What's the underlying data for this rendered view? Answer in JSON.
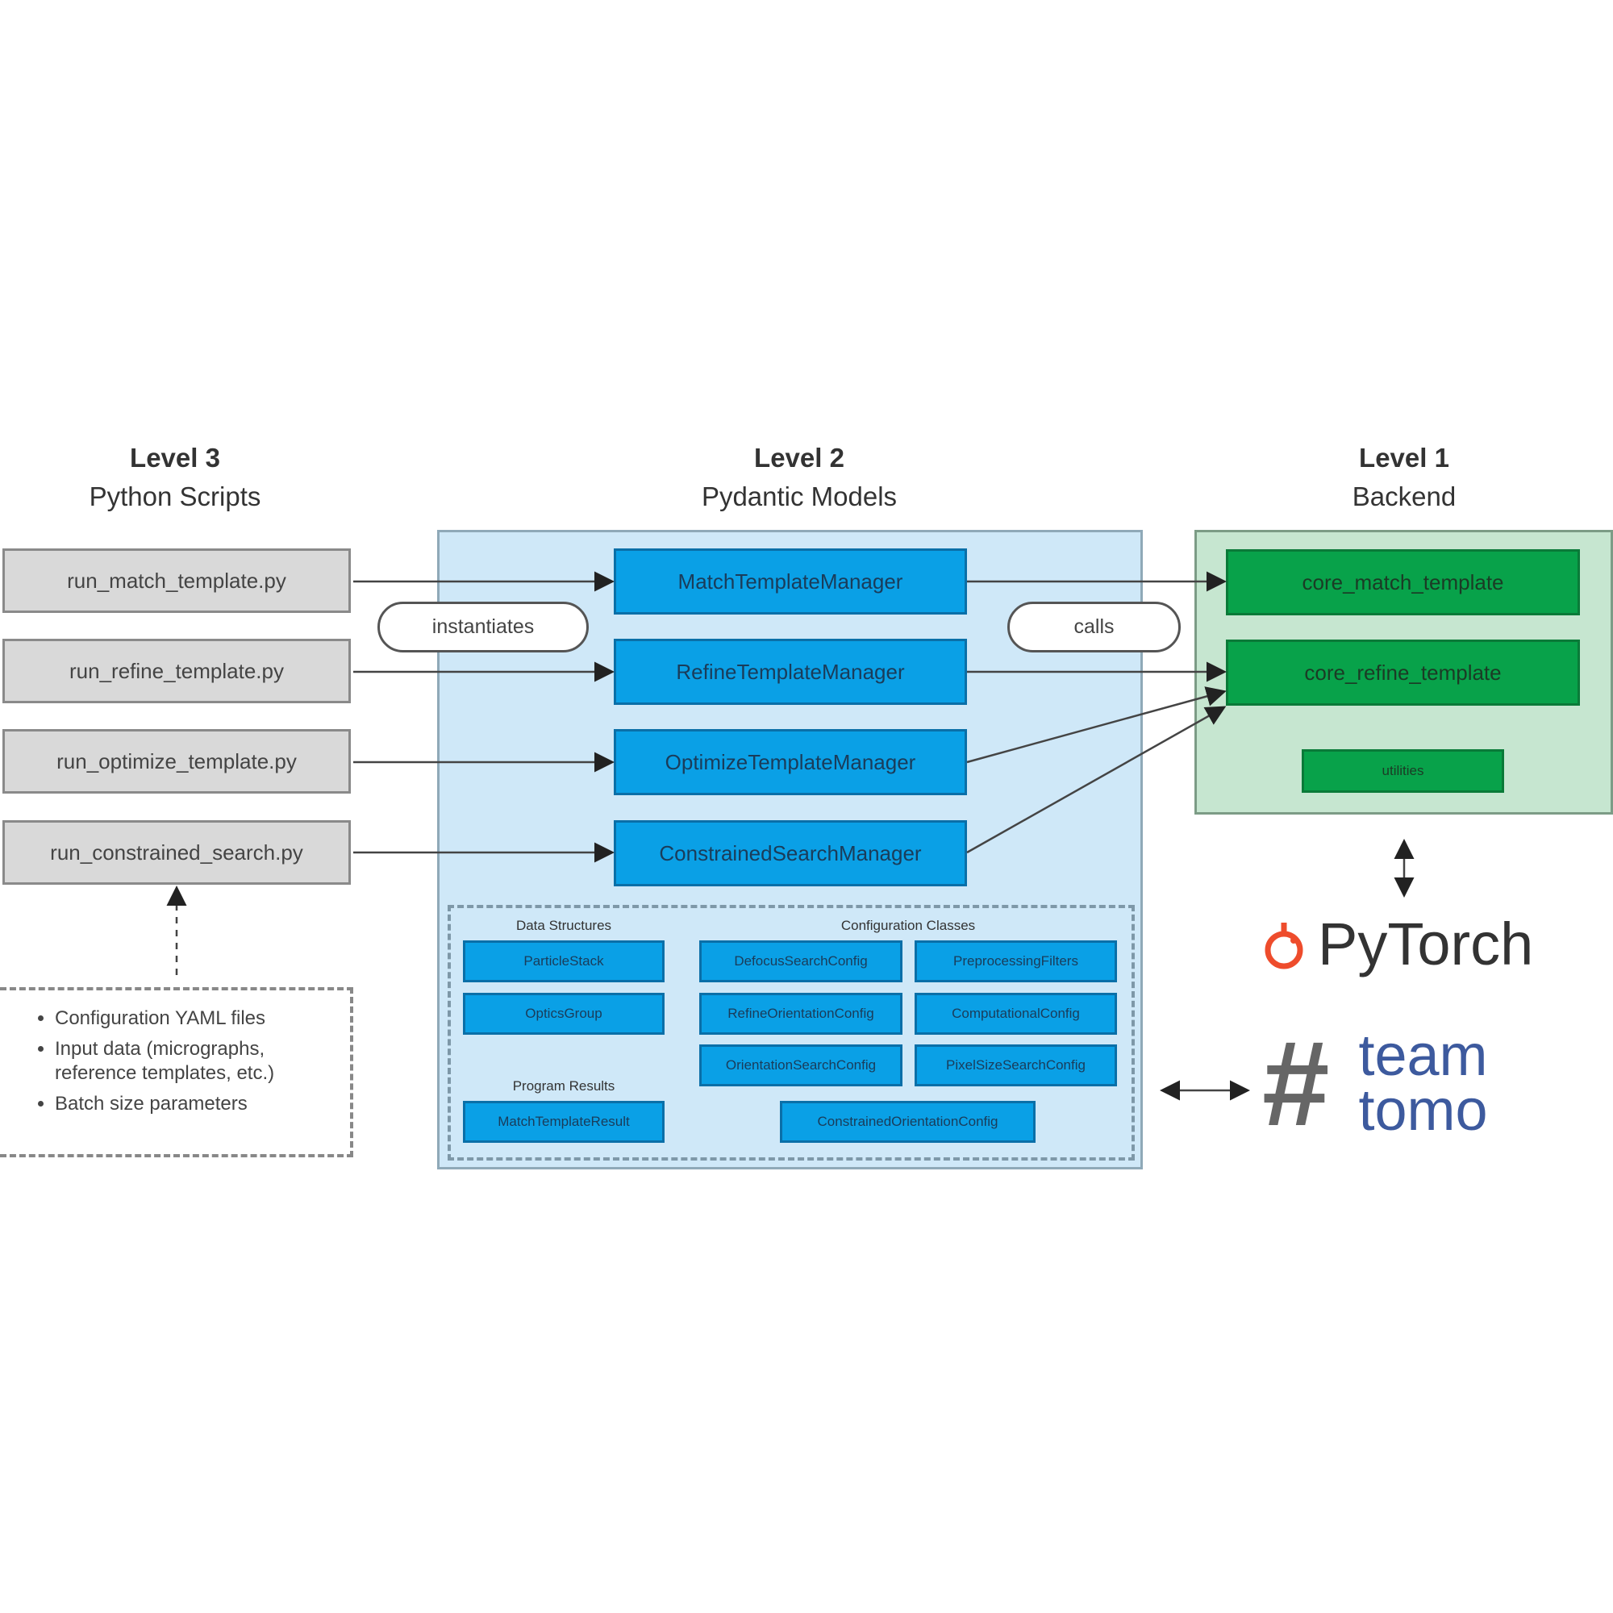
{
  "levels": [
    {
      "title": "Level 3",
      "subtitle": "Python Scripts"
    },
    {
      "title": "Level 2",
      "subtitle": "Pydantic Models"
    },
    {
      "title": "Level 1",
      "subtitle": "Backend"
    }
  ],
  "scripts": [
    "run_match_template.py",
    "run_refine_template.py",
    "run_optimize_template.py",
    "run_constrained_search.py"
  ],
  "notes": [
    "Configuration YAML files",
    "Input data (micrographs, reference templates, etc.)",
    "Batch size parameters"
  ],
  "connectors": {
    "instantiates": "instantiates",
    "calls": "calls"
  },
  "managers": [
    "MatchTemplateManager",
    "RefineTemplateManager",
    "OptimizeTemplateManager",
    "ConstrainedSearchManager"
  ],
  "groups": {
    "data_structures": "Data Structures",
    "configuration_classes": "Configuration Classes",
    "program_results": "Program Results"
  },
  "data_structures": [
    "ParticleStack",
    "OpticsGroup"
  ],
  "config_classes": [
    "DefocusSearchConfig",
    "PreprocessingFilters",
    "RefineOrientationConfig",
    "ComputationalConfig",
    "OrientationSearchConfig",
    "PixelSizeSearchConfig"
  ],
  "results": [
    "MatchTemplateResult"
  ],
  "extra_config": "ConstrainedOrientationConfig",
  "backend": [
    "core_match_template",
    "core_refine_template",
    "utilities"
  ],
  "logos": {
    "pytorch": "PyTorch",
    "teamtomo_hash": "#",
    "teamtomo_line1": "team",
    "teamtomo_line2": "tomo"
  },
  "colors": {
    "level2_bg": "#cfe8f8",
    "model_box": "#0aa0e6",
    "level1_bg": "#c6e6d0",
    "backend_box": "#08a24a",
    "script_box": "#d9d9d9",
    "pytorch": "#ee4c2c",
    "teamtomo": "#3d5a9e"
  }
}
